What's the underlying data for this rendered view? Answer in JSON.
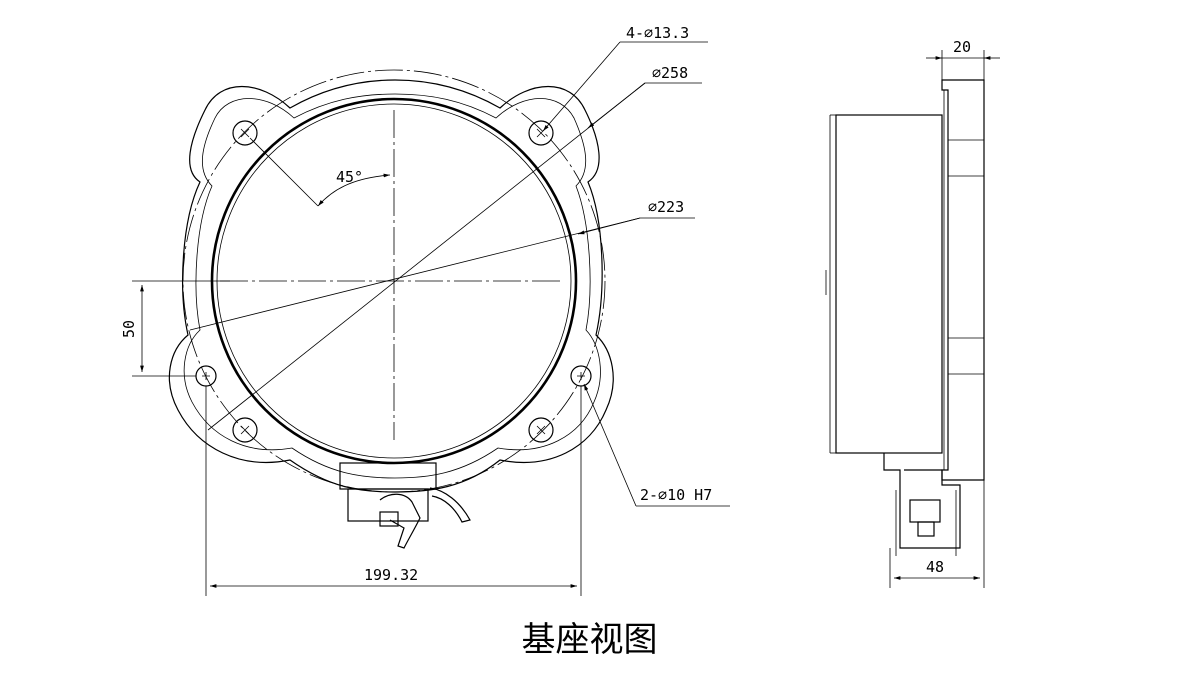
{
  "caption": "基座视图",
  "dimensions": {
    "holes_label": "4-∅13.3",
    "outer_diameter_label": "∅258",
    "inner_diameter_label": "∅223",
    "angle_label": "45°",
    "pin_label": "2-∅10 H7",
    "offset_label": "50",
    "pin_span_label": "199.32",
    "flange_thickness_label": "20",
    "side_depth_label": "48"
  }
}
